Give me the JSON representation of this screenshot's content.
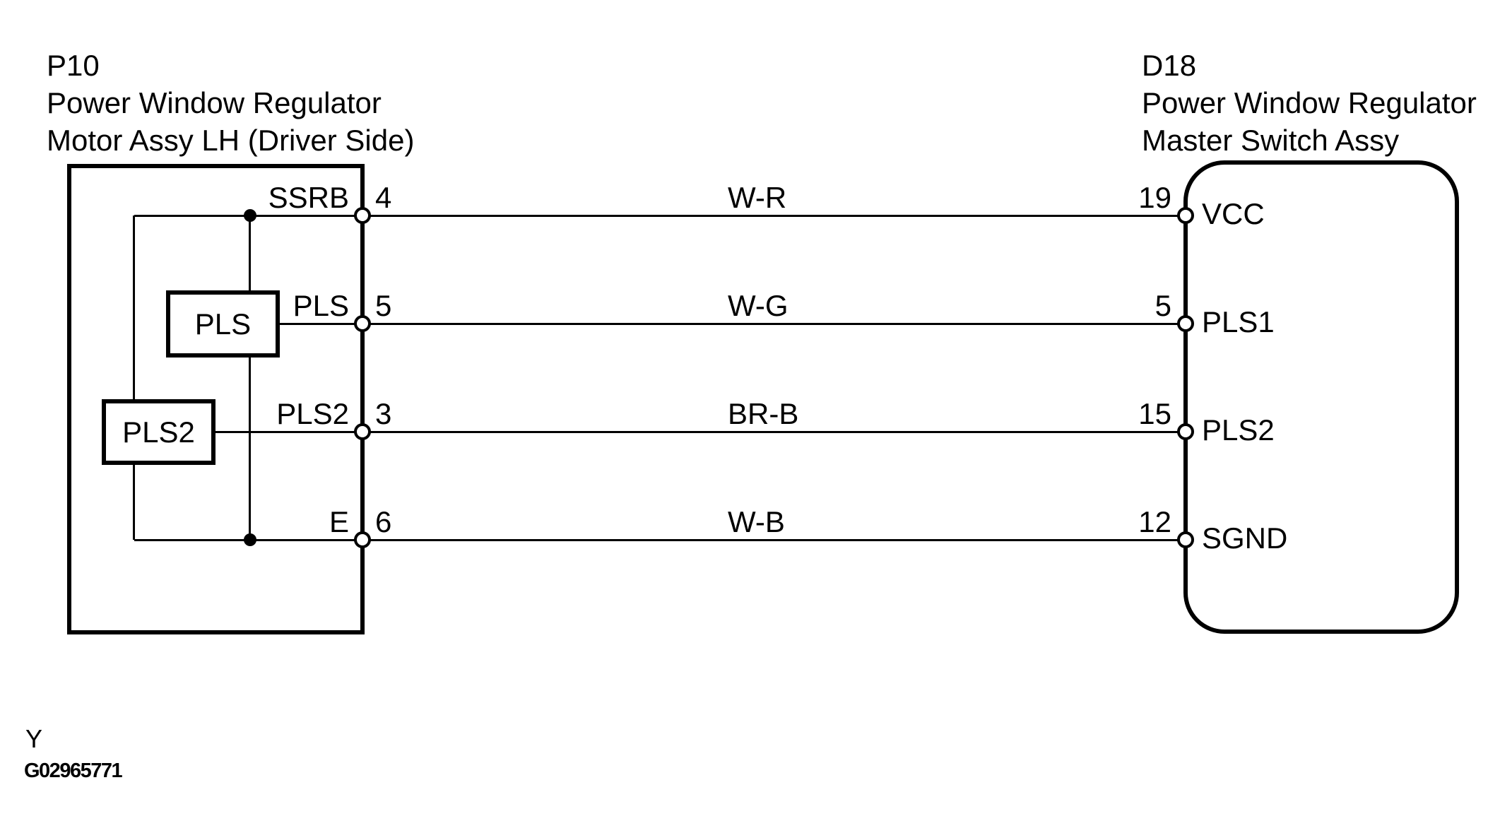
{
  "diagram": {
    "left_component": {
      "code": "P10",
      "name_line1": "Power Window Regulator",
      "name_line2": "Motor Assy LH (Driver Side)",
      "inner_parts": [
        {
          "label": "PLS"
        },
        {
          "label": "PLS2"
        }
      ]
    },
    "right_component": {
      "code": "D18",
      "name_line1": "Power Window Regulator",
      "name_line2": "Master Switch Assy"
    },
    "wires": [
      {
        "left_pin_label": "SSRB",
        "left_pin_number": "4",
        "wire_color": "W-R",
        "right_pin_number": "19",
        "right_pin_label": "VCC"
      },
      {
        "left_pin_label": "PLS",
        "left_pin_number": "5",
        "wire_color": "W-G",
        "right_pin_number": "5",
        "right_pin_label": "PLS1"
      },
      {
        "left_pin_label": "PLS2",
        "left_pin_number": "3",
        "wire_color": "BR-B",
        "right_pin_number": "15",
        "right_pin_label": "PLS2"
      },
      {
        "left_pin_label": "E",
        "left_pin_number": "6",
        "wire_color": "W-B",
        "right_pin_number": "12",
        "right_pin_label": "SGND"
      }
    ],
    "footer": {
      "revision_mark": "Y",
      "figure_id": "G02965771"
    },
    "colors": {
      "ink": "#000000",
      "paper": "#ffffff"
    }
  }
}
